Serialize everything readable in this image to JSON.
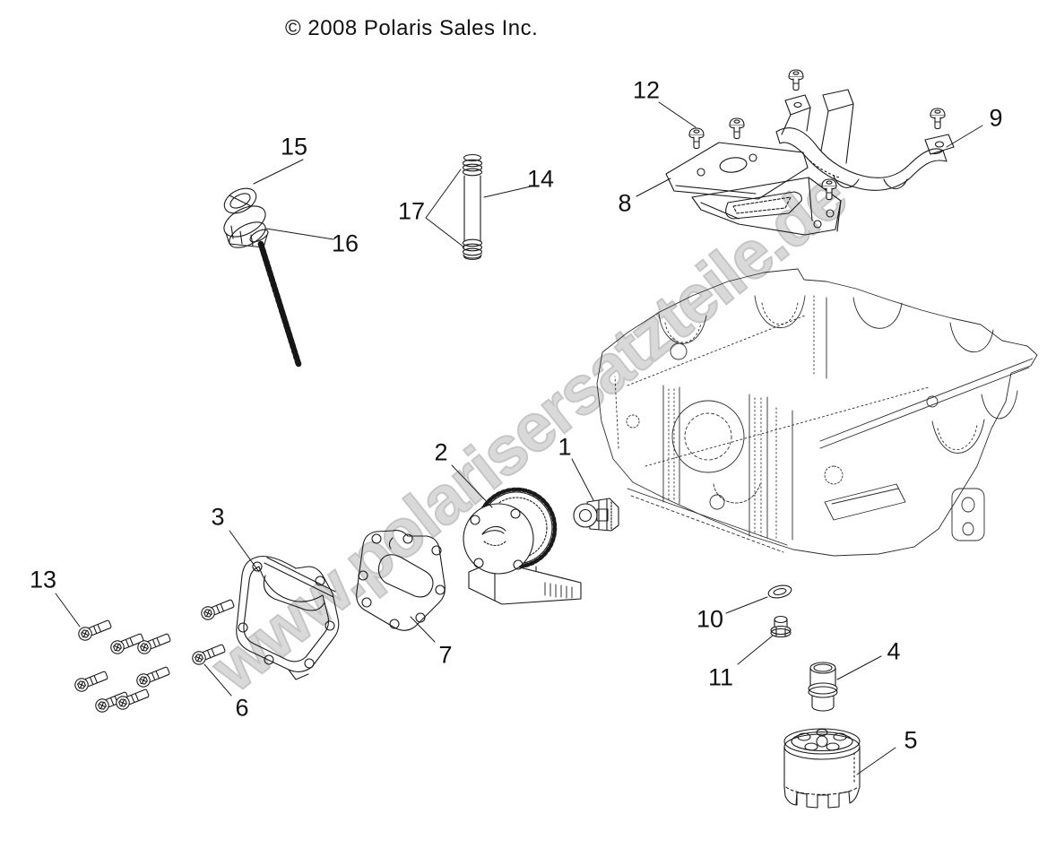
{
  "copyright": "© 2008 Polaris Sales Inc.",
  "watermark": {
    "text": "www.polarisersatzteile.de"
  },
  "colors": {
    "line": "#1a1a1a",
    "watermark": "#d9d9d9",
    "background": "#ffffff"
  },
  "callouts": [
    {
      "number": "1",
      "target": "oil-pump-outlet-fitting"
    },
    {
      "number": "2",
      "target": "oil-pump-assembly"
    },
    {
      "number": "3",
      "target": "oil-pump-cover"
    },
    {
      "number": "4",
      "target": "oil-filter-adapter-fitting"
    },
    {
      "number": "5",
      "target": "oil-filter"
    },
    {
      "number": "6",
      "target": "cover-bolts"
    },
    {
      "number": "7",
      "target": "oil-pump-gasket"
    },
    {
      "number": "8",
      "target": "heat-shield-plate"
    },
    {
      "number": "9",
      "target": "heat-shield-saddle"
    },
    {
      "number": "10",
      "target": "sealing-washer"
    },
    {
      "number": "11",
      "target": "plug"
    },
    {
      "number": "12",
      "target": "shield-screws"
    },
    {
      "number": "13",
      "target": "bolt"
    },
    {
      "number": "14",
      "target": "oil-tube"
    },
    {
      "number": "15",
      "target": "dipstick"
    },
    {
      "number": "16",
      "target": "dipstick-o-ring"
    },
    {
      "number": "17",
      "target": "tube-o-rings"
    }
  ]
}
